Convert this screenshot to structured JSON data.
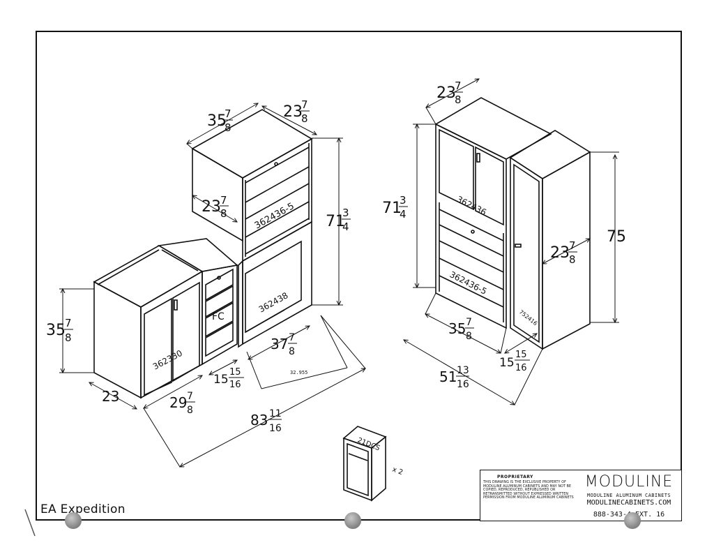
{
  "labels": {
    "left_assembly": {
      "upper_width": "35",
      "upper_width_frac": [
        "7",
        "8"
      ],
      "upper_depth_top": "23",
      "upper_depth_top_frac": [
        "7",
        "8"
      ],
      "upper_depth_side": "23",
      "upper_depth_side_frac": [
        "7",
        "8"
      ],
      "height": "71",
      "height_frac": [
        "3",
        "4"
      ],
      "upper_part": "362436-5",
      "base_height": "35",
      "base_height_frac": [
        "7",
        "8"
      ],
      "base_depth": "23",
      "base_width": "29",
      "base_width_frac": [
        "7",
        "8"
      ],
      "fc_label": "FC",
      "fc_width": "15",
      "fc_width_frac": [
        "15",
        "16"
      ],
      "open_width": "37",
      "open_width_frac": [
        "7",
        "8"
      ],
      "open_small": "32.955",
      "total_width": "83",
      "total_width_frac": [
        "11",
        "16"
      ],
      "base_part": "362330",
      "open_part": "362438"
    },
    "right_assembly": {
      "depth": "23",
      "depth_frac": [
        "7",
        "8"
      ],
      "height": "71",
      "height_frac": [
        "3",
        "4"
      ],
      "upper_part": "362436",
      "lower_part": "362436-5",
      "side_part": "752416",
      "tall_height": "75",
      "side_depth": "23",
      "side_depth_frac": [
        "7",
        "8"
      ],
      "width": "35",
      "width_frac": [
        "7",
        "8"
      ],
      "side_width": "15",
      "side_width_frac": [
        "15",
        "16"
      ],
      "total_width": "51",
      "total_width_frac": [
        "13",
        "16"
      ]
    },
    "accessory": {
      "part": "21DCS",
      "qty": "x 2"
    }
  },
  "title_block": {
    "notice_title": "PROPRIETARY",
    "notice_text": "THIS DRAWING IS THE EXCLUSIVE PROPERTY OF MODULINE ALUMINUM CABINETS AND MAY NOT BE COPIED, REPRODUCED, REPUBLISHED OR RETRANSMITTED WITHOUT EXPRESSED WRITTEN PERMISSION FROM MODULINE ALUMINUM CABINETS",
    "brand": "MODULINE",
    "line1": "MODULINE ALUMINUM CABINETS",
    "line2": "MODULINECABINETS.COM",
    "phone": "888-343-4  EXT. 16"
  },
  "project_label": "EA Expedition"
}
